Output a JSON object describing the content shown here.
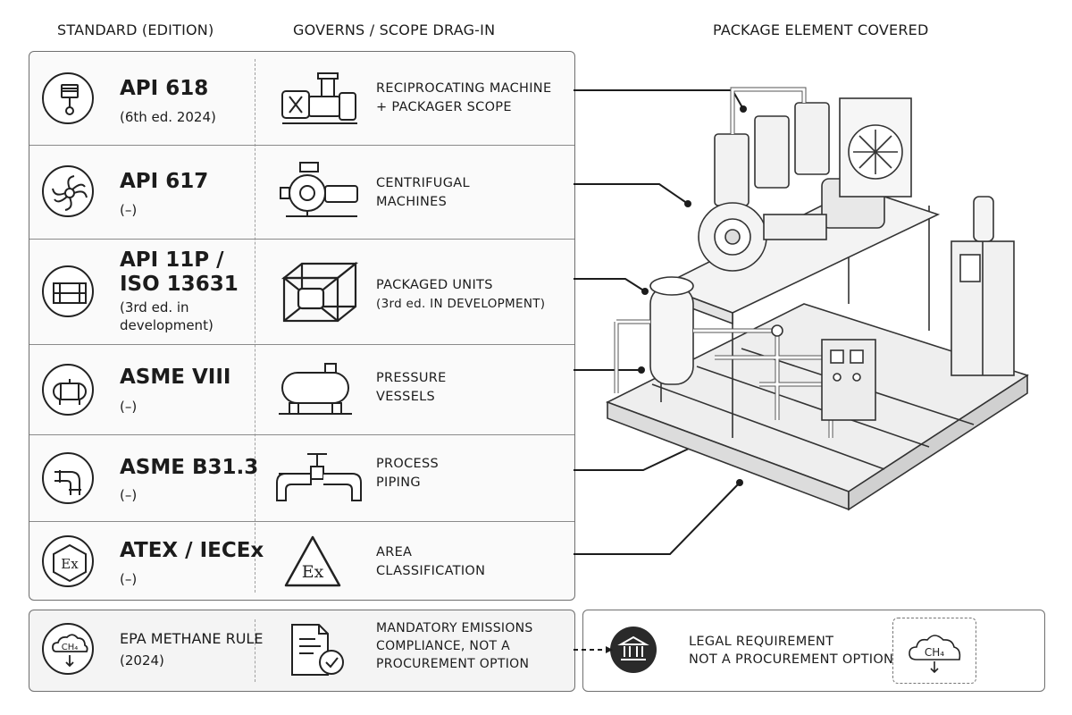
{
  "headers": {
    "standard": "STANDARD (EDITION)",
    "governs": "GOVERNS / SCOPE DRAG-IN",
    "element": "PACKAGE ELEMENT COVERED"
  },
  "rows": [
    {
      "standard": "API 618",
      "edition": "(6th ed. 2024)",
      "scope_line1": "RECIPROCATING MACHINE",
      "scope_line2": "+ PACKAGER SCOPE"
    },
    {
      "standard": "API 617",
      "edition": "(–)",
      "scope_line1": "CENTRIFUGAL",
      "scope_line2": "MACHINES"
    },
    {
      "standard_line1": "API 11P /",
      "standard_line2": "ISO 13631",
      "edition_line1": "(3rd ed. in",
      "edition_line2": "development)",
      "scope_line1": "PACKAGED UNITS",
      "scope_line2": "(3rd ed. IN DEVELOPMENT)"
    },
    {
      "standard": "ASME VIII",
      "edition": "(–)",
      "scope_line1": "PRESSURE",
      "scope_line2": "VESSELS"
    },
    {
      "standard": "ASME B31.3",
      "edition": "(–)",
      "scope_line1": "PROCESS",
      "scope_line2": "PIPING"
    },
    {
      "standard": "ATEX / IECEx",
      "edition": "(–)",
      "scope_line1": "AREA",
      "scope_line2": "CLASSIFICATION"
    }
  ],
  "epa": {
    "standard": "EPA METHANE RULE",
    "edition": "(2024)",
    "scope_line1": "MANDATORY EMISSIONS",
    "scope_line2": "COMPLIANCE, NOT A",
    "scope_line3": "PROCUREMENT OPTION",
    "icon_text": "CH₄"
  },
  "legal": {
    "line1": "LEGAL REQUIREMENT",
    "line2": "NOT A PROCUREMENT OPTION",
    "icon_text": "CH₄"
  },
  "ex_label": "Ex",
  "icons": {
    "row1": [
      "piston-icon",
      "reciprocating-compressor-icon"
    ],
    "row2": [
      "impeller-icon",
      "centrifugal-pump-icon"
    ],
    "row3": [
      "skid-frame-icon",
      "packaged-unit-cage-icon"
    ],
    "row4": [
      "vessel-icon",
      "pressure-vessel-icon"
    ],
    "row5": [
      "pipe-elbow-icon",
      "valve-piping-icon"
    ],
    "row6": [
      "atex-hexagon-icon",
      "ex-warning-triangle-icon"
    ],
    "epa": [
      "methane-cloud-icon",
      "compliance-document-icon"
    ],
    "legal": [
      "government-building-icon",
      "methane-cloud-dashed-icon"
    ]
  }
}
